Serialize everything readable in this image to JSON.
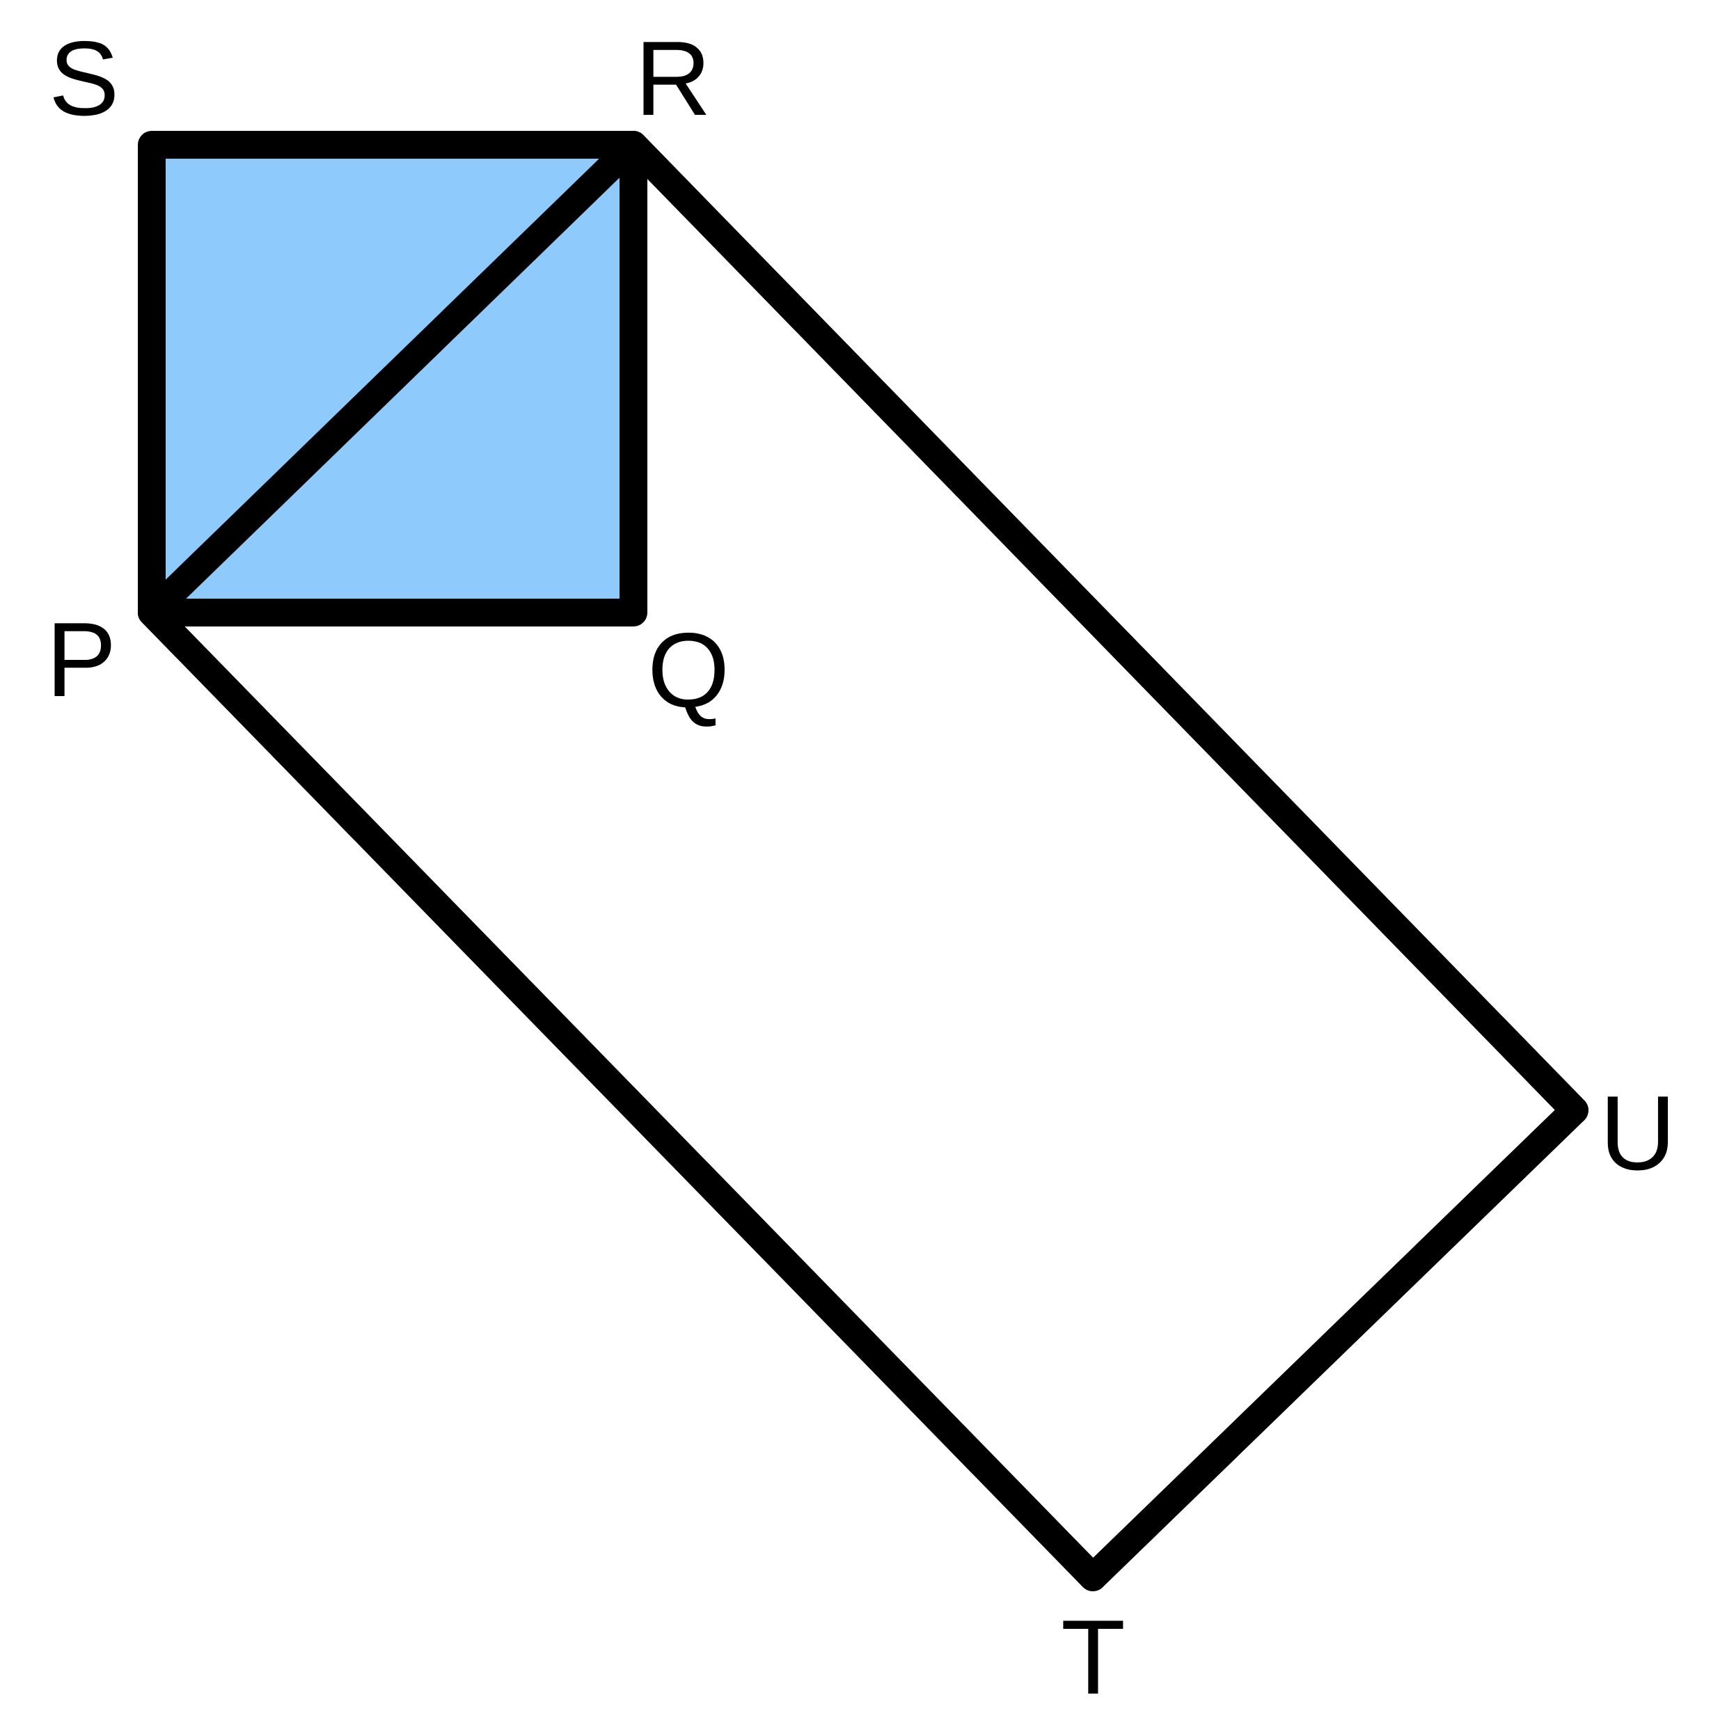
{
  "diagram": {
    "vertices": {
      "P": "P",
      "Q": "Q",
      "R": "R",
      "S": "S",
      "T": "T",
      "U": "U"
    },
    "colors": {
      "square_fill": "#8ecafc",
      "stroke": "#000000",
      "background": "#ffffff"
    }
  }
}
